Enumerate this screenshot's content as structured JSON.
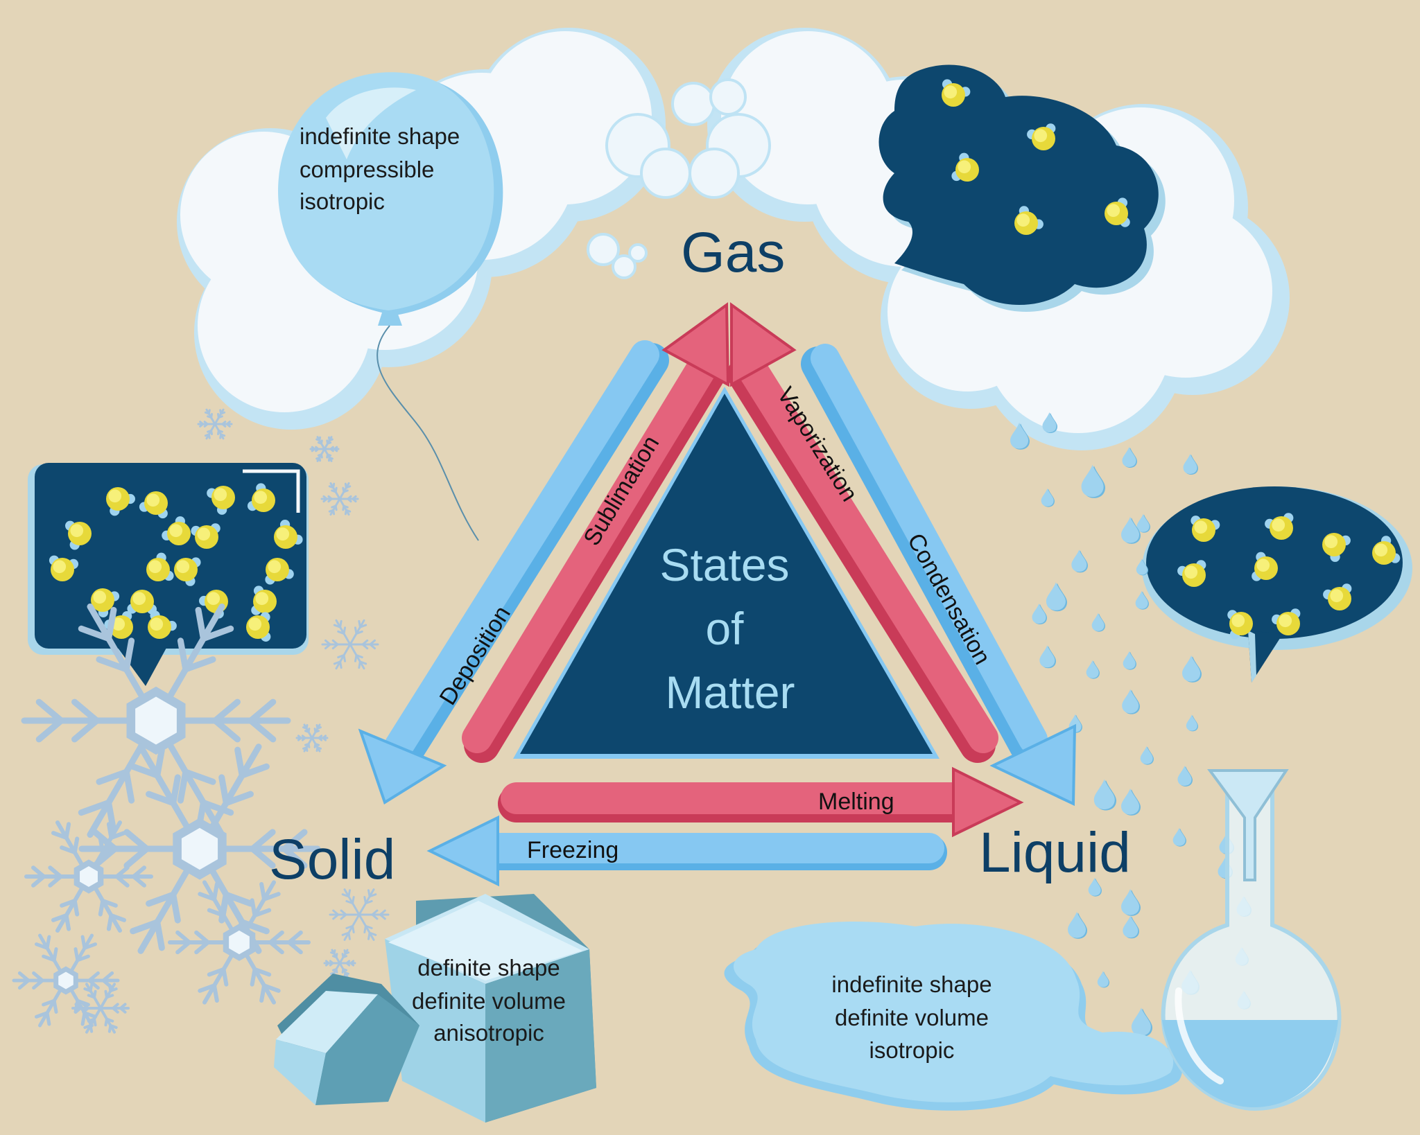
{
  "colors": {
    "background": "#e3d5b8",
    "navy": "#0d3f66",
    "red_arrow": "#e4637c",
    "blue_arrow": "#86c8f2",
    "cloud": "#f4f8fb",
    "ice": "#a9d6ea",
    "molecule": "#f2e94e"
  },
  "center": {
    "line1": "States",
    "line2": "of",
    "line3": "Matter"
  },
  "states": {
    "gas": "Gas",
    "solid": "Solid",
    "liquid": "Liquid"
  },
  "transitions": {
    "sublimation": "Sublimation",
    "vaporization": "Vaporization",
    "deposition": "Deposition",
    "condensation": "Condensation",
    "melting": "Melting",
    "freezing": "Freezing"
  },
  "properties": {
    "gas": [
      "indefinite shape",
      "compressible",
      "isotropic"
    ],
    "solid": [
      "definite shape",
      "definite volume",
      "anisotropic"
    ],
    "liquid": [
      "indefinite shape",
      "definite volume",
      "isotropic"
    ]
  },
  "icons": [
    "balloon-icon",
    "cloud-icon",
    "snowflake-icon",
    "ice-cube-icon",
    "flask-icon",
    "water-drop-icon",
    "molecule-icon"
  ]
}
